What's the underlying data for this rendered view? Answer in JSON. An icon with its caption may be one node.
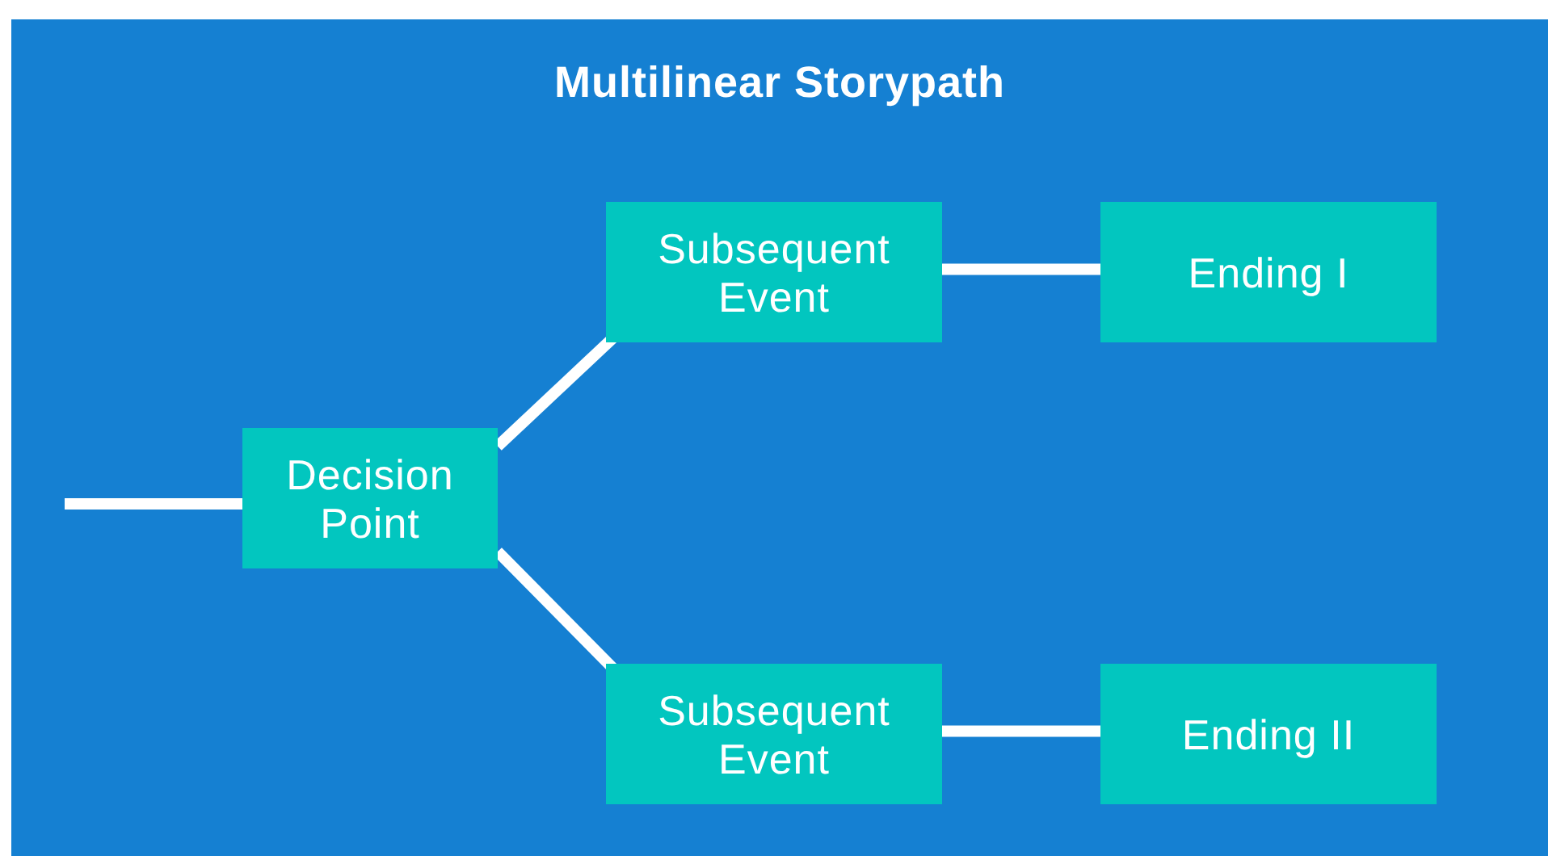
{
  "diagram": {
    "title": "Multilinear Storypath",
    "nodes": [
      {
        "text": [
          "Decision Point"
        ]
      },
      {
        "text": [
          "Subsequent Event"
        ]
      },
      {
        "text": [
          "Ending I"
        ]
      },
      {
        "text": [
          "Subsequent Event"
        ]
      },
      {
        "text": [
          "Ending II"
        ]
      }
    ],
    "edges": [
      {
        "from": null,
        "to": 0,
        "arrow": "none"
      },
      {
        "from": 0,
        "to": 1,
        "arrow": "none"
      },
      {
        "from": 0,
        "to": 3,
        "arrow": "none"
      },
      {
        "from": 1,
        "to": 2,
        "arrow": "none"
      },
      {
        "from": 3,
        "to": 4,
        "arrow": "none"
      }
    ]
  }
}
